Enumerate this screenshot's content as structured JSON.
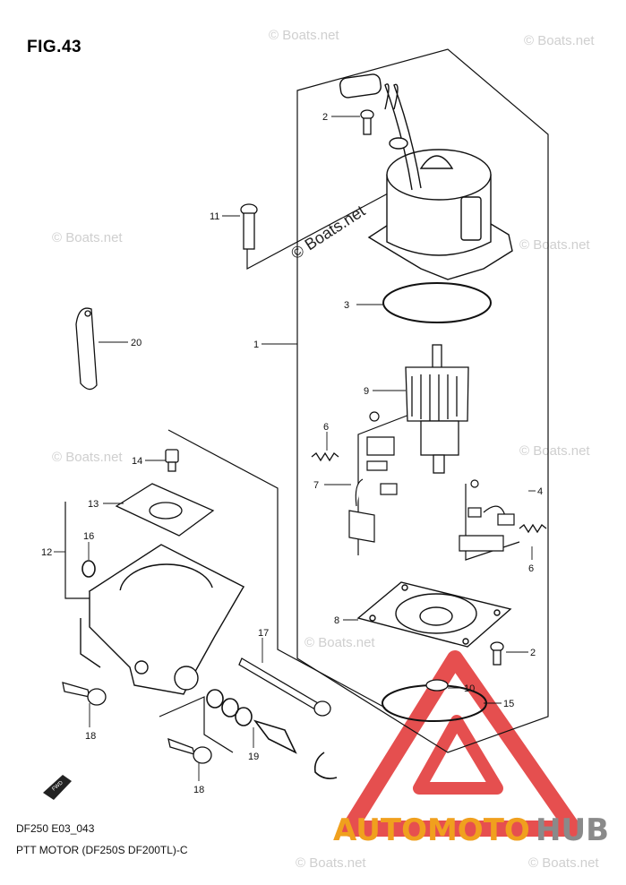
{
  "figure": {
    "title": "FIG.43",
    "code": "DF250 E03_043",
    "caption": "PTT MOTOR (DF250S DF200TL)-C"
  },
  "callouts": [
    "1",
    "2",
    "2",
    "3",
    "4",
    "6",
    "6",
    "7",
    "8",
    "9",
    "10",
    "11",
    "12",
    "13",
    "14",
    "15",
    "16",
    "17",
    "18",
    "18",
    "19",
    "20"
  ],
  "watermark": {
    "text": "© Boats.net",
    "brand_auto": "AUTOMOTO",
    "brand_hub": "HUB"
  },
  "colors": {
    "line": "#111111",
    "triangle": "#e33c3c",
    "brand_orange": "#f0a01e",
    "brand_gray": "#8a8a8a",
    "watermark_gray": "#cfcfcf"
  },
  "icons": [
    "fwd-arrow-icon",
    "warning-triangle-logo-icon"
  ]
}
